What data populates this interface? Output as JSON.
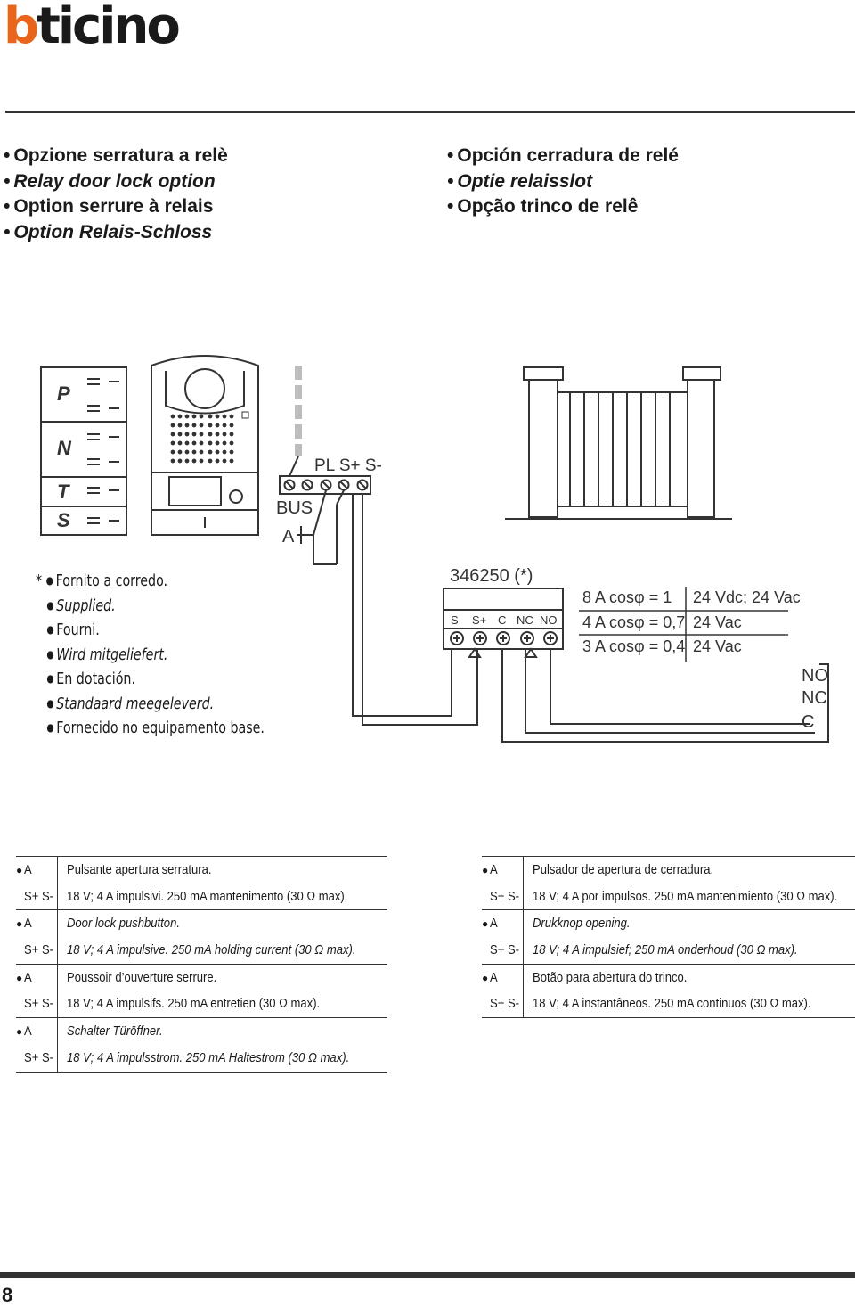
{
  "brand": {
    "logo_text": "bticino",
    "logo_color": "#e9651b"
  },
  "page_number": "8",
  "titles_left": [
    "Opzione serratura a relè",
    "Relay door lock option",
    "Option serrure à relais",
    "Option Relais-Schloss"
  ],
  "titles_right": [
    "Opción cerradura de relé",
    "Optie relaisslot",
    "Opção trinco de relê"
  ],
  "diagram": {
    "panel_labels": [
      "P",
      "N",
      "T",
      "S"
    ],
    "bus_label": "BUS",
    "pl_label": "PL S+ S-",
    "a_label": "A",
    "relay_model": "346250 (*)",
    "relay_terminals": [
      "S-",
      "S+",
      "C",
      "NC",
      "NO"
    ],
    "ratings": [
      {
        "load": "8 A cosφ = 1",
        "voltage": "24 Vdc; 24 Vac"
      },
      {
        "load": "4 A cosφ = 0,7",
        "voltage": "24 Vac"
      },
      {
        "load": "3 A cosφ = 0,4",
        "voltage": "24 Vac"
      }
    ],
    "contact_labels": [
      "NO",
      "NC",
      "C"
    ]
  },
  "supplied": {
    "asterisk": "*",
    "items": [
      "Fornito a corredo.",
      "Supplied.",
      "Fourni.",
      "Wird mitgeliefert.",
      "En dotación.",
      "Standaard meegeleverd.",
      "Fornecido no equipamento base."
    ]
  },
  "legend_left": [
    {
      "key": "A",
      "text": "Pulsante apertura serratura."
    },
    {
      "key": "S+ S-",
      "text": "18 V; 4 A impulsivi. 250 mA mantenimento (30 Ω max)."
    },
    {
      "key": "A",
      "text": "Door lock pushbutton."
    },
    {
      "key": "S+ S-",
      "text": "18 V; 4 A impulsive. 250 mA holding current (30 Ω max)."
    },
    {
      "key": "A",
      "text": "Poussoir d’ouverture serrure."
    },
    {
      "key": "S+ S-",
      "text": "18 V; 4 A impulsifs. 250 mA entretien (30 Ω max)."
    },
    {
      "key": "A",
      "text": "Schalter Türöffner."
    },
    {
      "key": "S+ S-",
      "text": "18 V; 4 A impulsstrom. 250 mA Haltestrom (30 Ω max)."
    }
  ],
  "legend_right": [
    {
      "key": "A",
      "text": "Pulsador de apertura de cerradura."
    },
    {
      "key": "S+ S-",
      "text": "18 V; 4 A por impulsos. 250 mA mantenimiento (30 Ω max)."
    },
    {
      "key": "A",
      "text": "Drukknop opening."
    },
    {
      "key": "S+ S-",
      "text": "18 V; 4 A impulsief; 250 mA onderhoud (30 Ω max)."
    },
    {
      "key": "A",
      "text": "Botão para abertura do trinco."
    },
    {
      "key": "S+ S-",
      "text": "18 V; 4 A instantâneos. 250 mA continuos (30 Ω max)."
    }
  ]
}
